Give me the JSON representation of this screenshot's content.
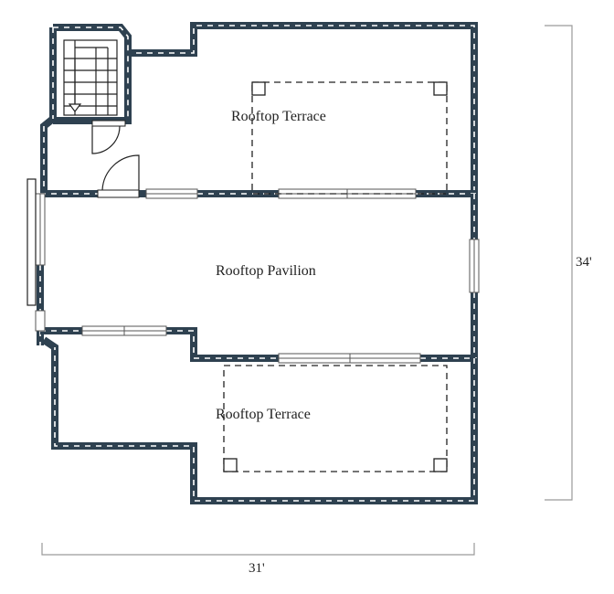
{
  "rooms": {
    "upper_terrace": "Rooftop Terrace",
    "pavilion": "Rooftop Pavilion",
    "lower_terrace": "Rooftop Terrace"
  },
  "dimensions": {
    "width": "31'",
    "height": "34'"
  },
  "colors": {
    "wall": "#2e4150",
    "dimension_line": "#9a9a9a"
  }
}
